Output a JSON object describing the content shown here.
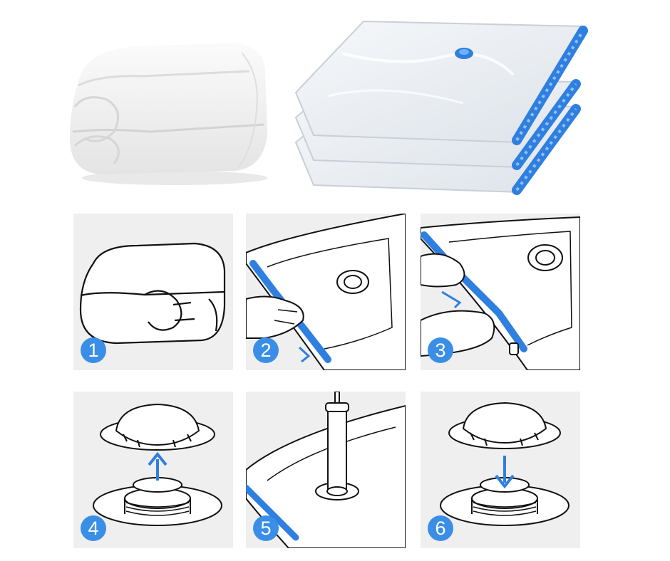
{
  "steps": [
    {
      "number": "1",
      "label": "fold-bedding"
    },
    {
      "number": "2",
      "label": "open-zipper"
    },
    {
      "number": "3",
      "label": "close-zipper"
    },
    {
      "number": "4",
      "label": "open-valve"
    },
    {
      "number": "5",
      "label": "vacuum-air"
    },
    {
      "number": "6",
      "label": "close-valve"
    }
  ],
  "colors": {
    "panel_background": "#efefef",
    "accent_blue": "#3a8ee6",
    "line": "#111111",
    "zipper_blue": "#2f7fe0"
  }
}
